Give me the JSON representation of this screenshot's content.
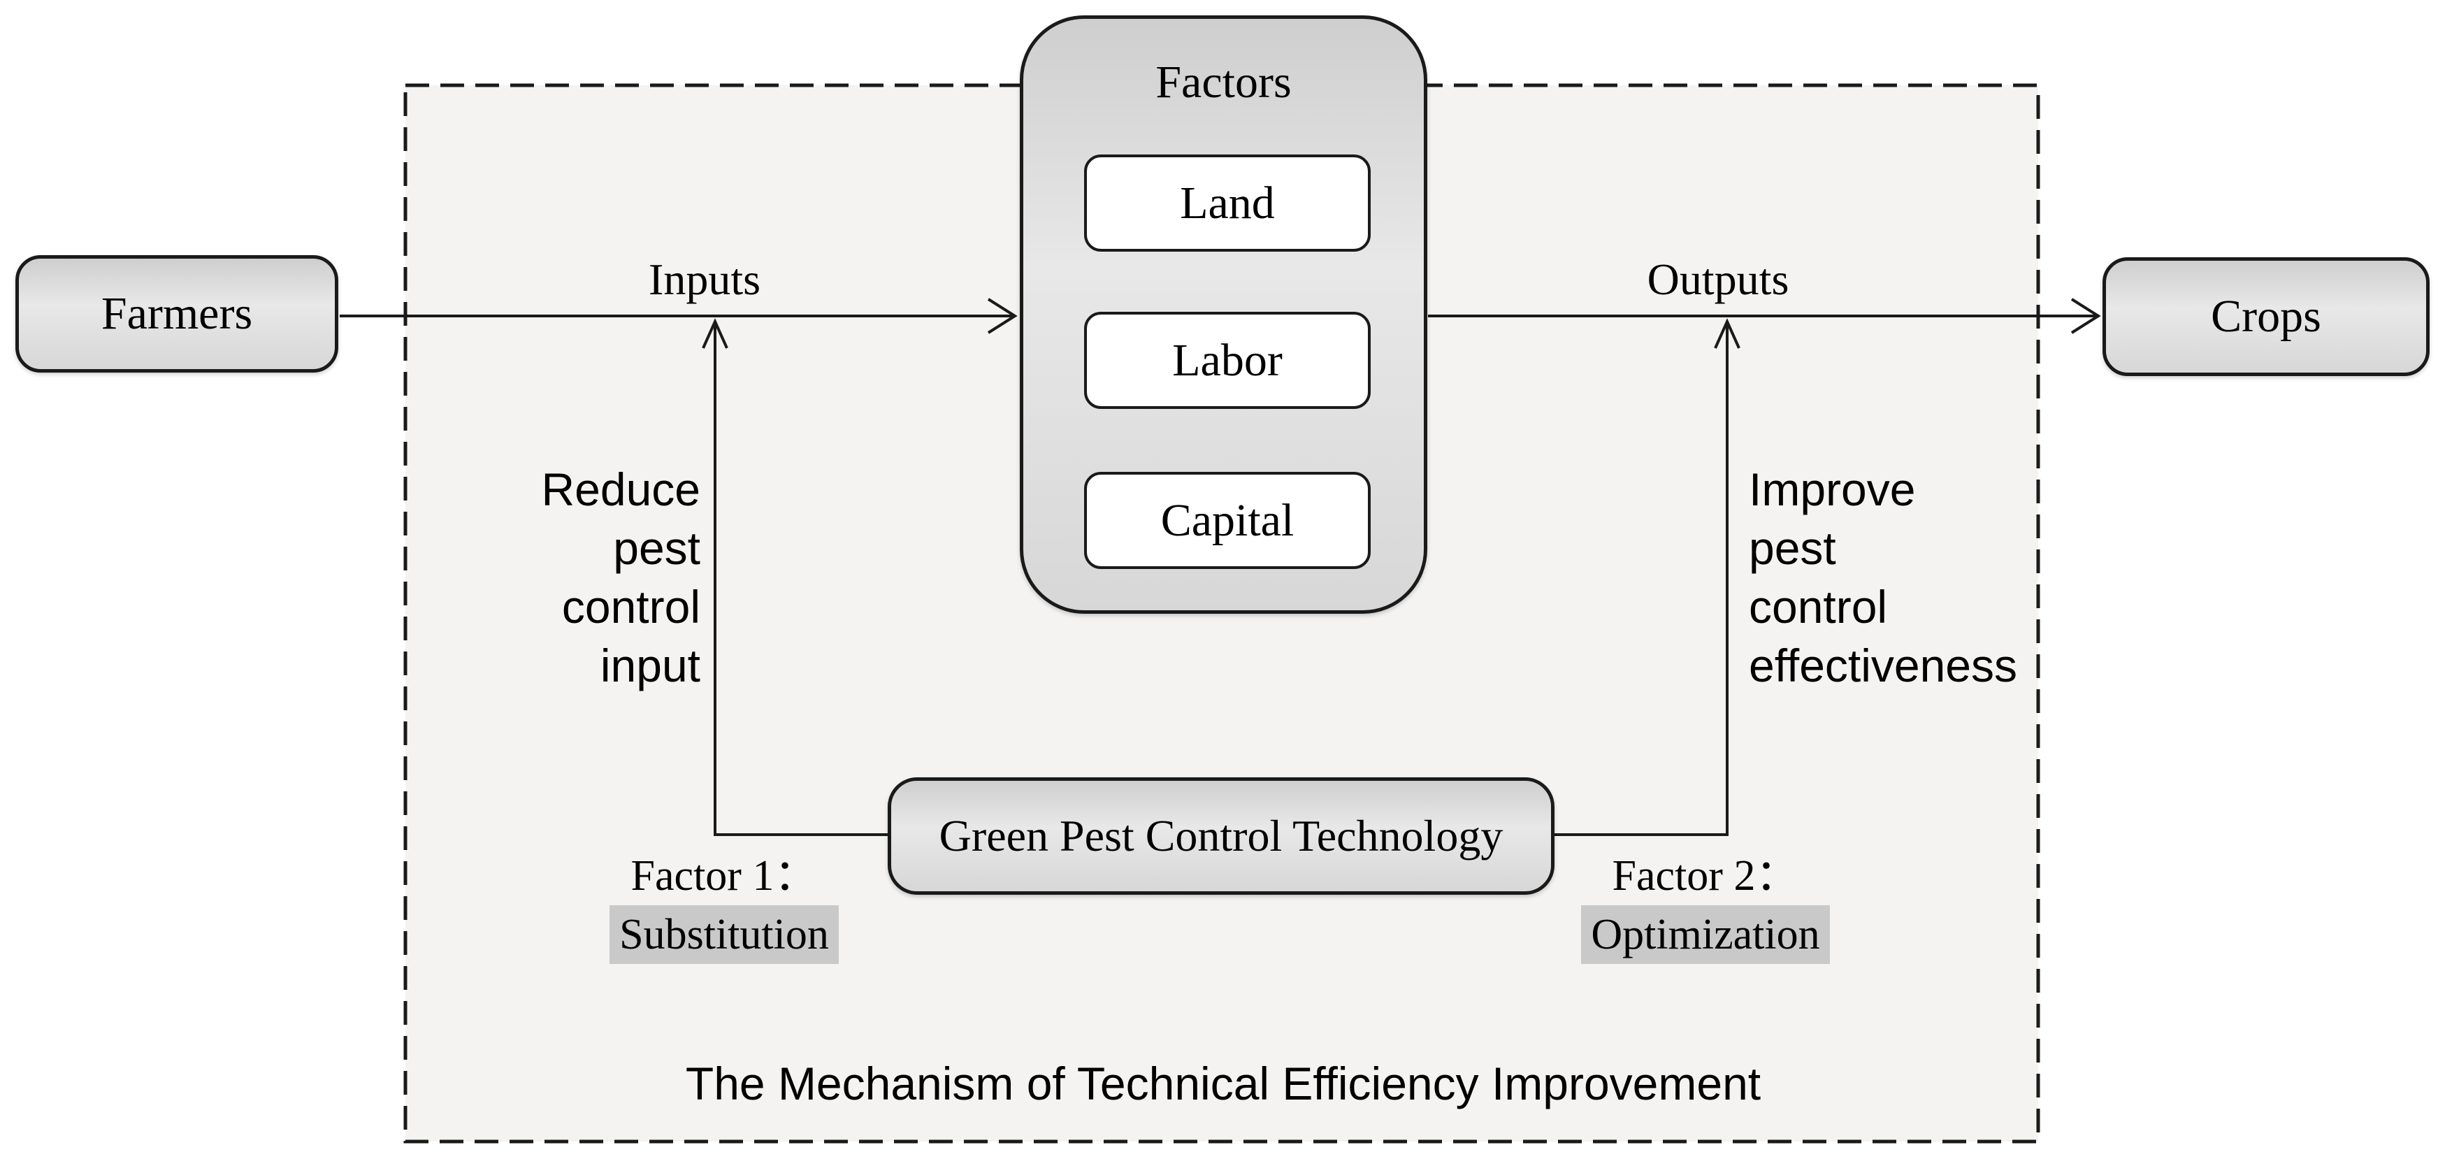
{
  "diagram": {
    "caption": "The Mechanism of Technical Efficiency Improvement",
    "nodes": {
      "farmers": "Farmers",
      "crops": "Crops",
      "green_tech": "Green Pest Control Technology",
      "factors": {
        "title": "Factors",
        "items": [
          "Land",
          "Labor",
          "Capital"
        ]
      }
    },
    "flow": {
      "inputs": "Inputs",
      "outputs": "Outputs"
    },
    "mechanisms": {
      "factor1_prefix": "Factor 1：",
      "factor1_highlight": "Substitution",
      "factor2_prefix": "Factor 2：",
      "factor2_highlight": "Optimization",
      "left_effect_lines": [
        "Reduce",
        "pest",
        "control",
        "input"
      ],
      "right_effect_lines": [
        "Improve",
        "pest",
        "control",
        "effectiveness"
      ]
    },
    "colors": {
      "node_fill": "#dedede",
      "node_border": "#1a1a1a",
      "inner_fill": "#ffffff",
      "region_fill": "#f4f3f1",
      "highlight": "#c9c9c9",
      "line": "#1a1a1a",
      "text": "#000000"
    }
  }
}
